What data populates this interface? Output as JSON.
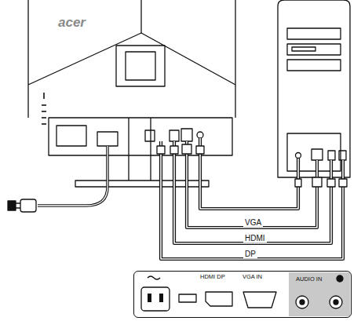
{
  "diagram": {
    "nodes": [
      {
        "text": [
          "HDMI DP",
          "VGA IN",
          "AUDIO IN"
        ]
      }
    ],
    "labels": [
      "acer",
      "VGA",
      "HDMI",
      "DP"
    ]
  }
}
